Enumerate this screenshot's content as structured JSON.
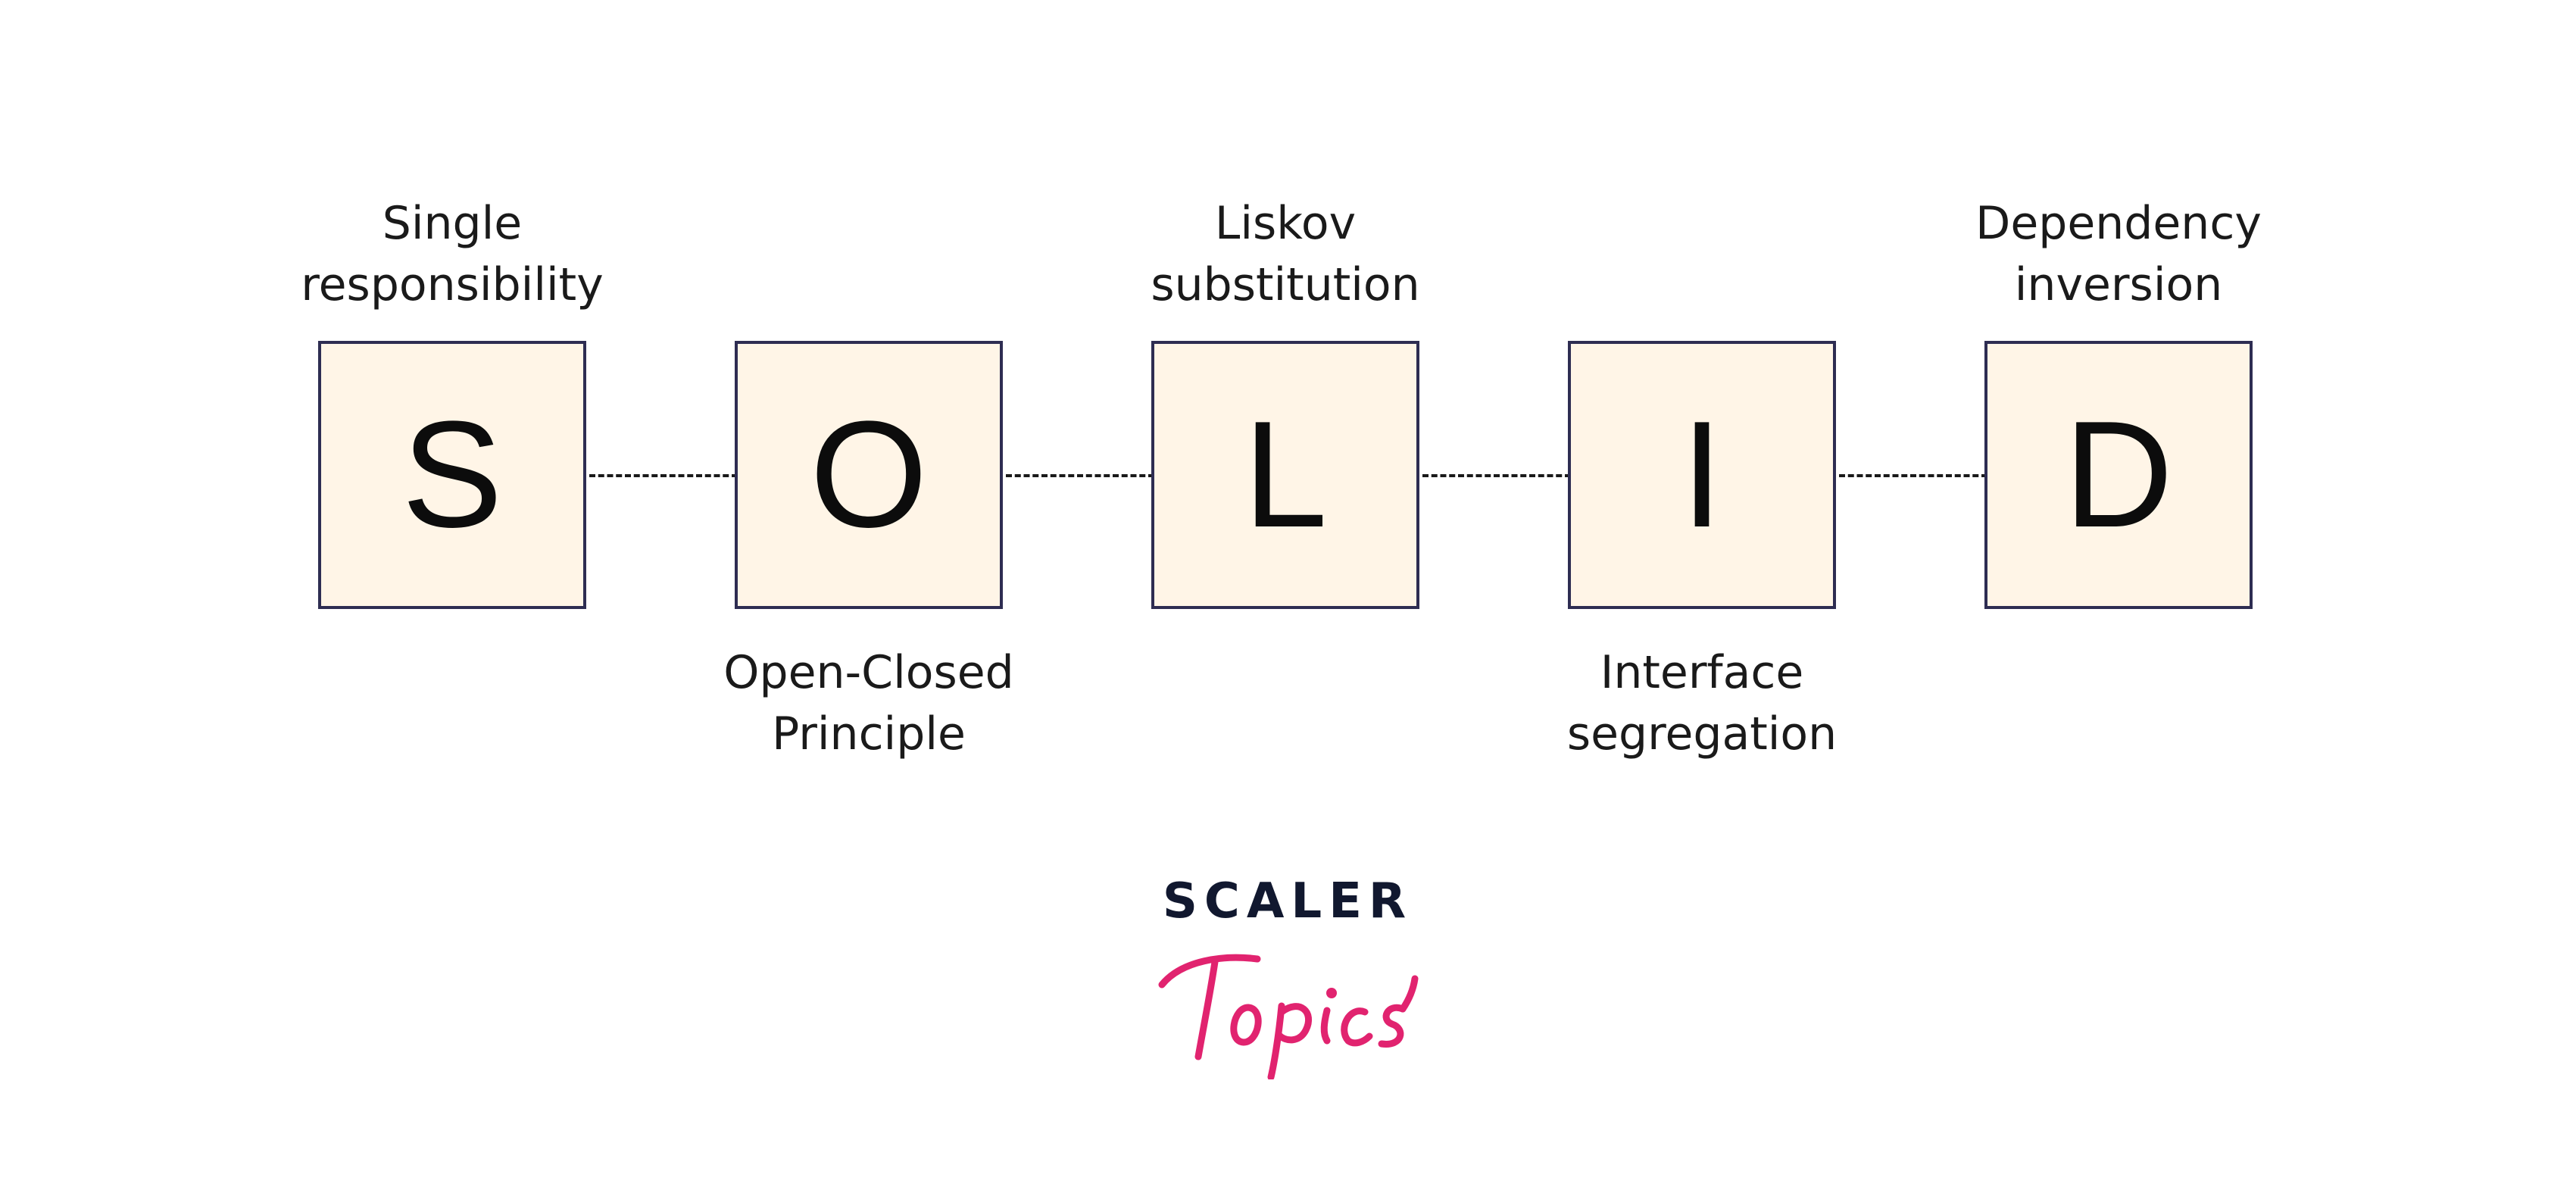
{
  "principles": [
    {
      "letter": "S",
      "label_line1": "Single",
      "label_line2": "responsibility",
      "label_position": "top"
    },
    {
      "letter": "O",
      "label_line1": "Open-Closed",
      "label_line2": "Principle",
      "label_position": "bottom"
    },
    {
      "letter": "L",
      "label_line1": "Liskov",
      "label_line2": "substitution",
      "label_position": "top"
    },
    {
      "letter": "I",
      "label_line1": "Interface",
      "label_line2": "segregation",
      "label_position": "bottom"
    },
    {
      "letter": "D",
      "label_line1": "Dependency",
      "label_line2": "inversion",
      "label_position": "top"
    }
  ],
  "logo": {
    "brand": "SCALER",
    "script": "Topics",
    "brand_color": "#11182f",
    "script_color": "#e1236f"
  },
  "colors": {
    "box_fill": "#fff5e7",
    "box_border": "#2e2d52",
    "text": "#1a1a1a"
  },
  "icons": [
    "scaler-topics-logo"
  ]
}
